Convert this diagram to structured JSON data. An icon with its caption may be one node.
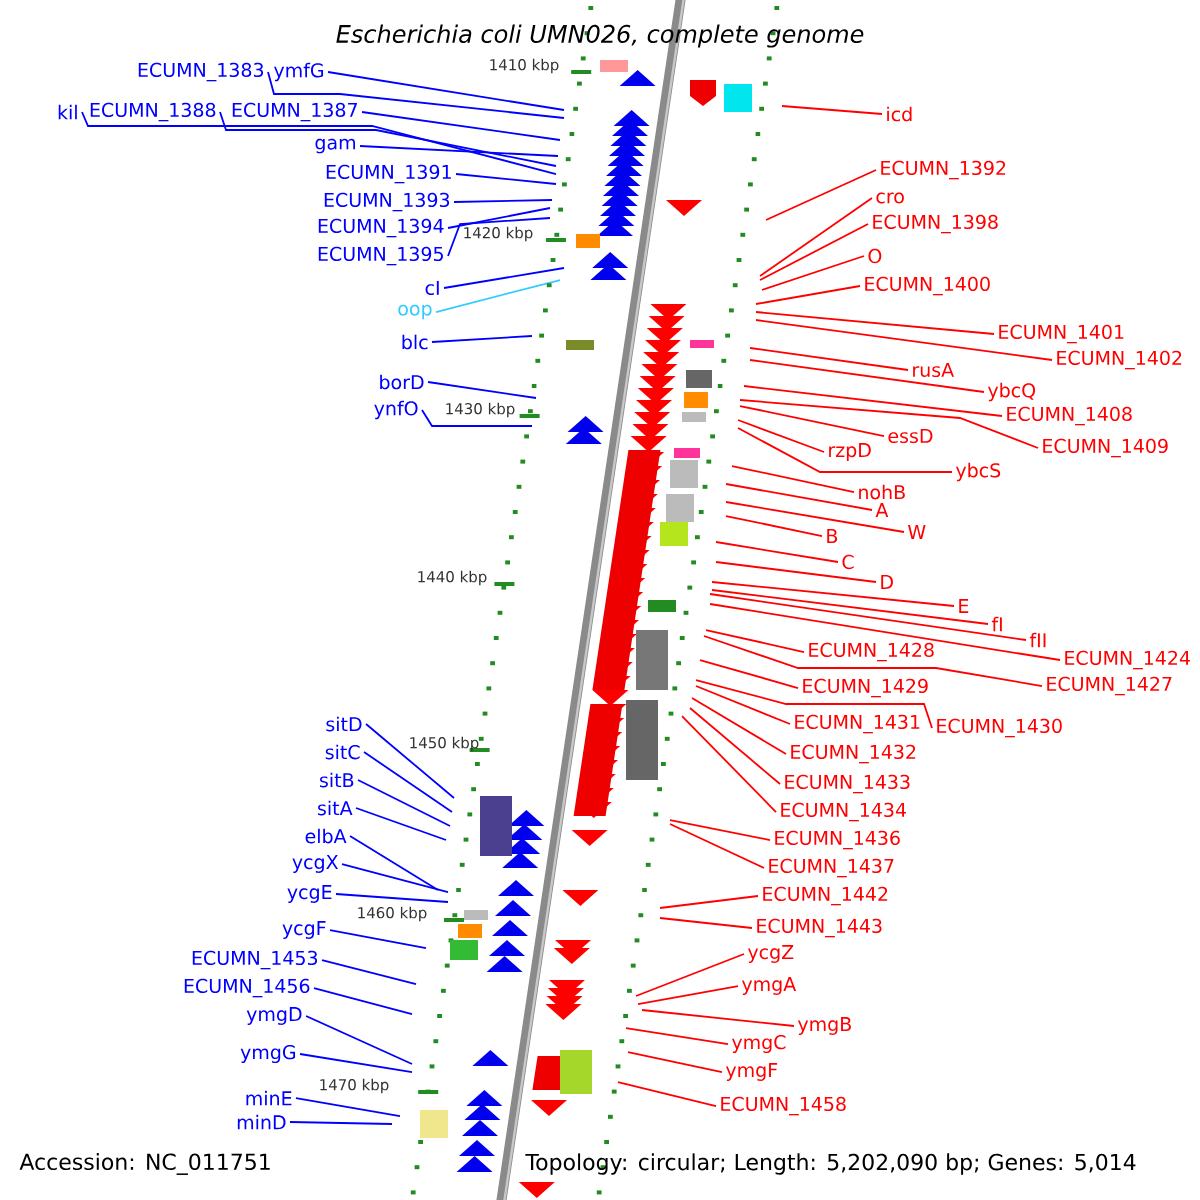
{
  "diagram": {
    "title": "Escherichia coli UMN026, complete genome",
    "nodes": [
      {
        "text": [
          "ECUMN_1383"
        ]
      },
      {
        "text": [
          "ymfG"
        ]
      },
      {
        "text": [
          "kil"
        ]
      },
      {
        "text": [
          "ECUMN_1388"
        ]
      },
      {
        "text": [
          "ECUMN_1387"
        ]
      },
      {
        "text": [
          "gam"
        ]
      },
      {
        "text": [
          "ECUMN_1391"
        ]
      },
      {
        "text": [
          "ECUMN_1393"
        ]
      },
      {
        "text": [
          "ECUMN_1394"
        ]
      },
      {
        "text": [
          "ECUMN_1395"
        ]
      },
      {
        "text": [
          "cI"
        ]
      },
      {
        "text": [
          "oop"
        ]
      },
      {
        "text": [
          "blc"
        ]
      },
      {
        "text": [
          "borD"
        ]
      },
      {
        "text": [
          "ynfO"
        ]
      },
      {
        "text": [
          "icd"
        ]
      },
      {
        "text": [
          "ECUMN_1392"
        ]
      },
      {
        "text": [
          "cro"
        ]
      },
      {
        "text": [
          "ECUMN_1398"
        ]
      },
      {
        "text": [
          "O"
        ]
      },
      {
        "text": [
          "ECUMN_1400"
        ]
      },
      {
        "text": [
          "ECUMN_1401"
        ]
      },
      {
        "text": [
          "ECUMN_1402"
        ]
      },
      {
        "text": [
          "rusA"
        ]
      },
      {
        "text": [
          "ybcQ"
        ]
      },
      {
        "text": [
          "ECUMN_1408"
        ]
      },
      {
        "text": [
          "essD"
        ]
      },
      {
        "text": [
          "ECUMN_1409"
        ]
      },
      {
        "text": [
          "rzpD"
        ]
      },
      {
        "text": [
          "ybcS"
        ]
      },
      {
        "text": [
          "nohB"
        ]
      },
      {
        "text": [
          "A"
        ]
      },
      {
        "text": [
          "W"
        ]
      },
      {
        "text": [
          "B"
        ]
      },
      {
        "text": [
          "C"
        ]
      },
      {
        "text": [
          "D"
        ]
      },
      {
        "text": [
          "E"
        ]
      },
      {
        "text": [
          "fI"
        ]
      },
      {
        "text": [
          "fII"
        ]
      },
      {
        "text": [
          "ECUMN_1424"
        ]
      },
      {
        "text": [
          "ECUMN_1428"
        ]
      },
      {
        "text": [
          "ECUMN_1427"
        ]
      },
      {
        "text": [
          "ECUMN_1429"
        ]
      },
      {
        "text": [
          "ECUMN_1431"
        ]
      },
      {
        "text": [
          "ECUMN_1430"
        ]
      },
      {
        "text": [
          "ECUMN_1432"
        ]
      },
      {
        "text": [
          "ECUMN_1433"
        ]
      },
      {
        "text": [
          "ECUMN_1434"
        ]
      },
      {
        "text": [
          "ECUMN_1436"
        ]
      },
      {
        "text": [
          "ECUMN_1437"
        ]
      },
      {
        "text": [
          "ECUMN_1442"
        ]
      },
      {
        "text": [
          "ECUMN_1443"
        ]
      },
      {
        "text": [
          "ycgZ"
        ]
      },
      {
        "text": [
          "ymgA"
        ]
      },
      {
        "text": [
          "ymgB"
        ]
      },
      {
        "text": [
          "ymgC"
        ]
      },
      {
        "text": [
          "ymgF"
        ]
      },
      {
        "text": [
          "ECUMN_1458"
        ]
      },
      {
        "text": [
          "sitD"
        ]
      },
      {
        "text": [
          "sitC"
        ]
      },
      {
        "text": [
          "sitB"
        ]
      },
      {
        "text": [
          "sitA"
        ]
      },
      {
        "text": [
          "elbA"
        ]
      },
      {
        "text": [
          "ycgX"
        ]
      },
      {
        "text": [
          "ycgE"
        ]
      },
      {
        "text": [
          "ycgF"
        ]
      },
      {
        "text": [
          "ECUMN_1453"
        ]
      },
      {
        "text": [
          "ECUMN_1456"
        ]
      },
      {
        "text": [
          "ymgD"
        ]
      },
      {
        "text": [
          "ymgG"
        ]
      },
      {
        "text": [
          "minE"
        ]
      },
      {
        "text": [
          "minD"
        ]
      }
    ],
    "edges": [
      {
        "from": 0,
        "to": null,
        "arrow": "none",
        "color": "#0000ff"
      },
      {
        "from": 1,
        "to": null,
        "arrow": "none",
        "color": "#0000ff"
      },
      {
        "from": 2,
        "to": null,
        "arrow": "none",
        "color": "#0000ff"
      },
      {
        "from": 3,
        "to": null,
        "arrow": "none",
        "color": "#0000ff"
      },
      {
        "from": 4,
        "to": null,
        "arrow": "none",
        "color": "#0000ff"
      },
      {
        "from": 5,
        "to": null,
        "arrow": "none",
        "color": "#0000ff"
      },
      {
        "from": 6,
        "to": null,
        "arrow": "none",
        "color": "#0000ff"
      },
      {
        "from": 7,
        "to": null,
        "arrow": "none",
        "color": "#0000ff"
      },
      {
        "from": 8,
        "to": null,
        "arrow": "none",
        "color": "#0000ff"
      },
      {
        "from": 9,
        "to": null,
        "arrow": "none",
        "color": "#0000ff"
      },
      {
        "from": 10,
        "to": null,
        "arrow": "none",
        "color": "#0000ff"
      },
      {
        "from": 11,
        "to": null,
        "arrow": "none",
        "color": "#33ccff"
      },
      {
        "from": 12,
        "to": null,
        "arrow": "none",
        "color": "#0000ff"
      },
      {
        "from": 13,
        "to": null,
        "arrow": "none",
        "color": "#0000ff"
      },
      {
        "from": 14,
        "to": null,
        "arrow": "none",
        "color": "#0000ff"
      },
      {
        "from": 15,
        "to": null,
        "arrow": "none"
      },
      {
        "from": 16,
        "to": null,
        "arrow": "none"
      },
      {
        "from": 17,
        "to": null,
        "arrow": "none"
      },
      {
        "from": 18,
        "to": null,
        "arrow": "none"
      },
      {
        "from": 19,
        "to": null,
        "arrow": "none"
      },
      {
        "from": 20,
        "to": null,
        "arrow": "none"
      },
      {
        "from": 21,
        "to": null,
        "arrow": "none"
      },
      {
        "from": 22,
        "to": null,
        "arrow": "none"
      },
      {
        "from": 23,
        "to": null,
        "arrow": "none"
      },
      {
        "from": 24,
        "to": null,
        "arrow": "none"
      },
      {
        "from": 25,
        "to": null,
        "arrow": "none"
      },
      {
        "from": 26,
        "to": null,
        "arrow": "none"
      },
      {
        "from": 27,
        "to": null,
        "arrow": "none"
      },
      {
        "from": 28,
        "to": null,
        "arrow": "none"
      },
      {
        "from": 29,
        "to": null,
        "arrow": "none"
      },
      {
        "from": 30,
        "to": null,
        "arrow": "none"
      },
      {
        "from": 31,
        "to": null,
        "arrow": "none"
      },
      {
        "from": 32,
        "to": null,
        "arrow": "none"
      },
      {
        "from": 33,
        "to": null,
        "arrow": "none"
      },
      {
        "from": 34,
        "to": null,
        "arrow": "none"
      },
      {
        "from": 35,
        "to": null,
        "arrow": "none"
      },
      {
        "from": 36,
        "to": null,
        "arrow": "none"
      },
      {
        "from": 37,
        "to": null,
        "arrow": "none"
      },
      {
        "from": 38,
        "to": null,
        "arrow": "none"
      },
      {
        "from": 39,
        "to": null,
        "arrow": "none"
      },
      {
        "from": 40,
        "to": null,
        "arrow": "none"
      },
      {
        "from": 41,
        "to": null,
        "arrow": "none"
      },
      {
        "from": 42,
        "to": null,
        "arrow": "none"
      },
      {
        "from": 43,
        "to": null,
        "arrow": "none"
      },
      {
        "from": 44,
        "to": null,
        "arrow": "none"
      },
      {
        "from": 45,
        "to": null,
        "arrow": "none"
      },
      {
        "from": 46,
        "to": null,
        "arrow": "none"
      },
      {
        "from": 47,
        "to": null,
        "arrow": "none"
      },
      {
        "from": 48,
        "to": null,
        "arrow": "none"
      },
      {
        "from": 49,
        "to": null,
        "arrow": "none"
      },
      {
        "from": 50,
        "to": null,
        "arrow": "none"
      },
      {
        "from": 51,
        "to": null,
        "arrow": "none"
      },
      {
        "from": 52,
        "to": null,
        "arrow": "none"
      },
      {
        "from": 53,
        "to": null,
        "arrow": "none"
      },
      {
        "from": 54,
        "to": null,
        "arrow": "none"
      },
      {
        "from": 55,
        "to": null,
        "arrow": "none"
      },
      {
        "from": 56,
        "to": null,
        "arrow": "none"
      },
      {
        "from": 57,
        "to": null,
        "arrow": "none"
      },
      {
        "from": 58,
        "to": null,
        "arrow": "none",
        "color": "#0000ff"
      },
      {
        "from": 59,
        "to": null,
        "arrow": "none",
        "color": "#0000ff"
      },
      {
        "from": 60,
        "to": null,
        "arrow": "none",
        "color": "#0000ff"
      },
      {
        "from": 61,
        "to": null,
        "arrow": "none",
        "color": "#0000ff"
      },
      {
        "from": 62,
        "to": null,
        "arrow": "none",
        "color": "#0000ff"
      },
      {
        "from": 63,
        "to": null,
        "arrow": "none",
        "color": "#0000ff"
      },
      {
        "from": 64,
        "to": null,
        "arrow": "none",
        "color": "#0000ff"
      },
      {
        "from": 65,
        "to": null,
        "arrow": "none",
        "color": "#0000ff"
      },
      {
        "from": 66,
        "to": null,
        "arrow": "none",
        "color": "#0000ff"
      },
      {
        "from": 67,
        "to": null,
        "arrow": "none",
        "color": "#0000ff"
      },
      {
        "from": 68,
        "to": null,
        "arrow": "none",
        "color": "#0000ff"
      },
      {
        "from": 69,
        "to": null,
        "arrow": "none",
        "color": "#0000ff"
      },
      {
        "from": 70,
        "to": null,
        "arrow": "none",
        "color": "#0000ff"
      },
      {
        "from": 71,
        "to": null,
        "arrow": "none",
        "color": "#0000ff"
      }
    ],
    "labels": [
      "1410 kbp",
      "1420 kbp",
      "1430 kbp",
      "1440 kbp",
      "1450 kbp",
      "1460 kbp",
      "1470 kbp",
      "Accession: NC_011751",
      "Topology: circular; Length: 5,202,090 bp; Genes: 5,014"
    ]
  }
}
